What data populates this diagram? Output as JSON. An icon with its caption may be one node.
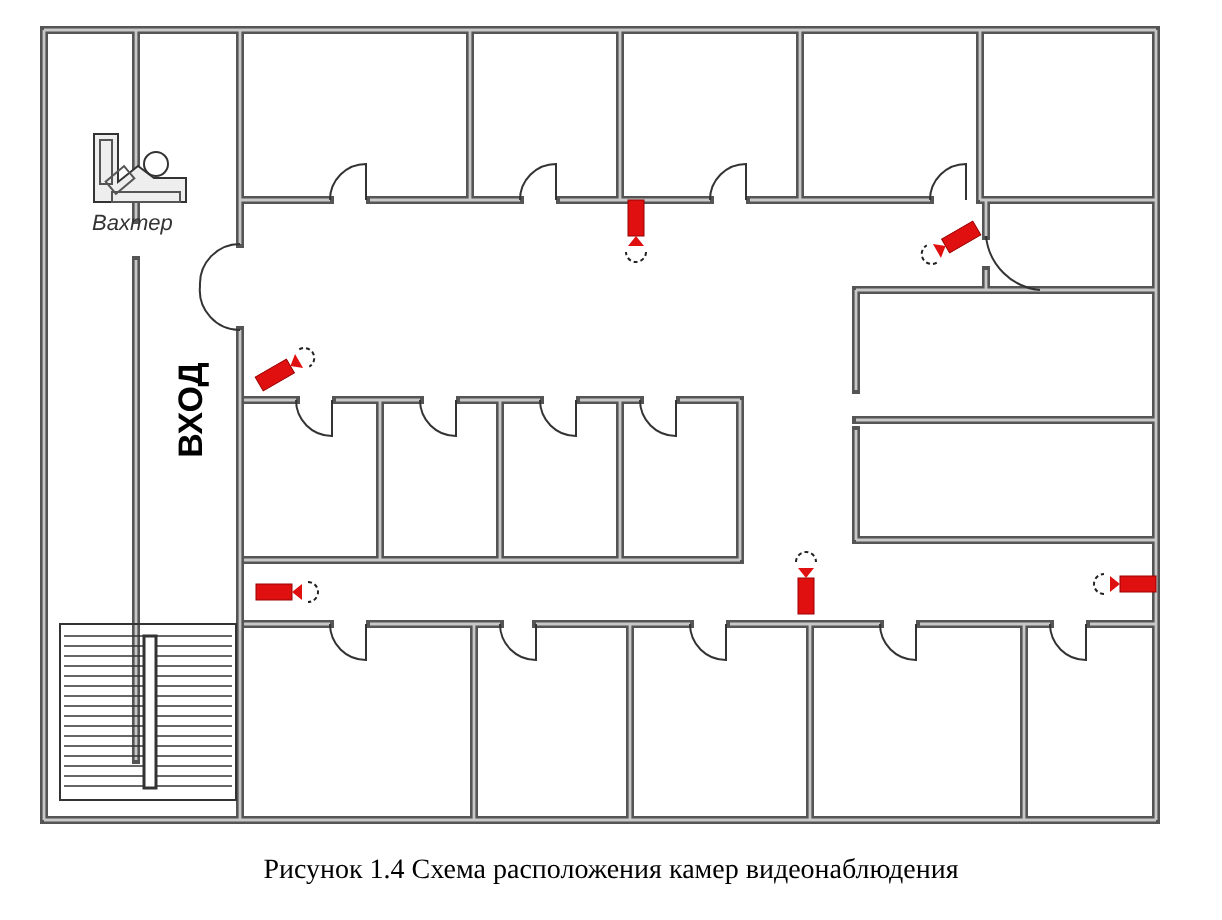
{
  "diagram": {
    "caption": "Рисунок 1.4 Схема расположения камер видеонаблюдения",
    "labels": [
      "Вахтер",
      "ВХОД"
    ]
  }
}
